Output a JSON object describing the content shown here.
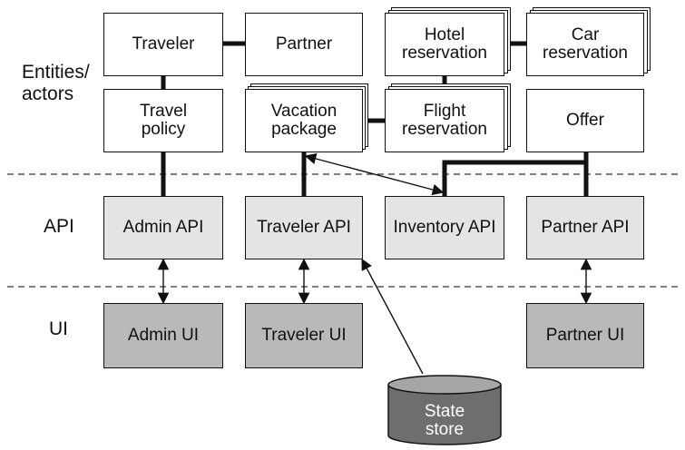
{
  "lanes": {
    "entities": "Entities/\nactors",
    "api": "API",
    "ui": "UI"
  },
  "entities": {
    "traveler": "Traveler",
    "partner": "Partner",
    "hotel_reservation": "Hotel\nreservation",
    "car_reservation": "Car\nreservation",
    "travel_policy": "Travel\npolicy",
    "vacation_package": "Vacation\npackage",
    "flight_reservation": "Flight\nreservation",
    "offer": "Offer"
  },
  "apis": {
    "admin": "Admin API",
    "traveler": "Traveler API",
    "inventory": "Inventory API",
    "partner": "Partner API"
  },
  "uis": {
    "admin": "Admin UI",
    "traveler": "Traveler UI",
    "partner": "Partner UI"
  },
  "store": "State\nstore",
  "colors": {
    "api_fill": "#e4e4e4",
    "ui_fill": "#b9b9b9",
    "store_fill": "#6e6e6e"
  }
}
